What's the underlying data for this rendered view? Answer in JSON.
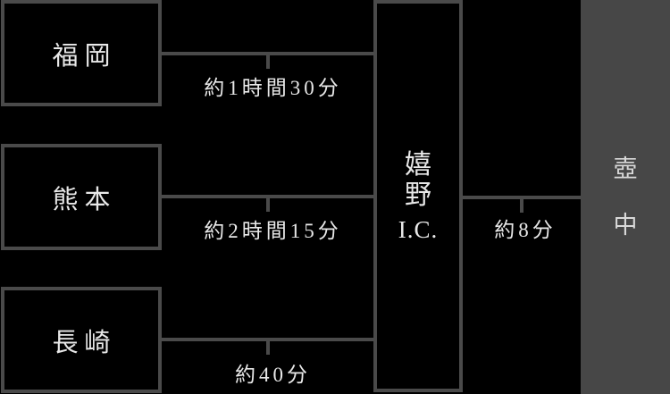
{
  "colors": {
    "background": "#000000",
    "line": "#4a4a4a",
    "bar_fill": "#474747",
    "text": "#e8e8e8",
    "bar_text": "#d9d9d9"
  },
  "diagram": {
    "origins": [
      {
        "label": "福岡",
        "duration": "約1時間30分"
      },
      {
        "label": "熊本",
        "duration": "約2時間15分"
      },
      {
        "label": "長崎",
        "duration": "約40分"
      }
    ],
    "junction": {
      "lines": [
        "嬉",
        "野",
        "I.C."
      ]
    },
    "final_leg": {
      "duration": "約8分"
    },
    "destination": {
      "chars": [
        "壺",
        "中"
      ]
    }
  }
}
